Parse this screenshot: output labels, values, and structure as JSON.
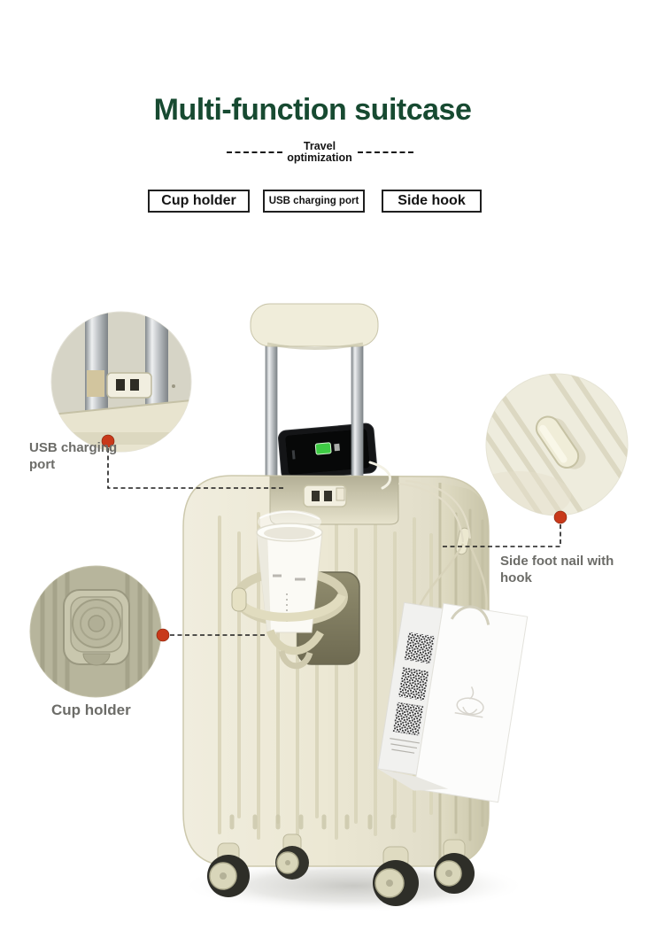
{
  "header": {
    "title": "Multi-function suitcase",
    "subtitle_line1": "Travel",
    "subtitle_line2": "optimization",
    "feature_buttons": [
      {
        "label": "Cup holder"
      },
      {
        "label": "USB charging port"
      },
      {
        "label": "Side hook"
      }
    ]
  },
  "annotations": {
    "usb_charging_port": {
      "line1": "USB charging",
      "line2": "port"
    },
    "side_foot_nail": {
      "line1": "Side foot nail with",
      "line2": "hook"
    },
    "cup_holder": {
      "label": "Cup holder"
    }
  },
  "colors": {
    "title_green": "#174a31",
    "text_black": "#141414",
    "label_gray": "#6c6c68",
    "marker_red": "#c8391a",
    "suitcase_cream": "#ece8d4",
    "suitcase_groove": "#d9d5ba",
    "battery_green": "#3ecb44",
    "background": "#ffffff"
  }
}
